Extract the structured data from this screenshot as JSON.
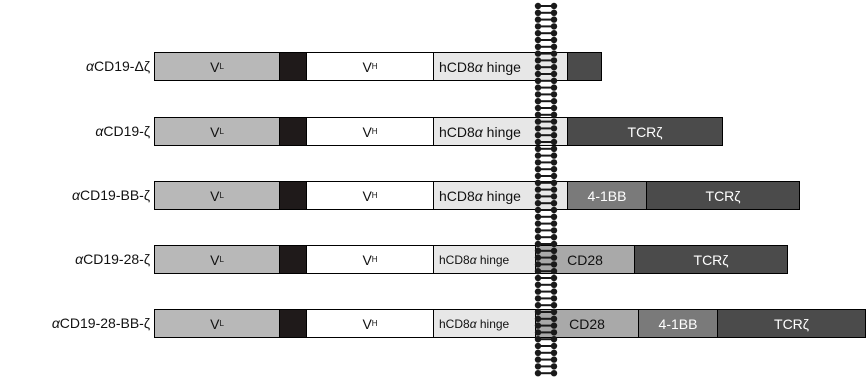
{
  "constructs": [
    {
      "label_prefix": "α",
      "label_main": "CD19-Δζ",
      "segments": [
        {
          "kind": "vl",
          "text": "V",
          "sub": "L"
        },
        {
          "kind": "linker",
          "text": ""
        },
        {
          "kind": "vh",
          "text": "V",
          "sub": "H"
        },
        {
          "kind": "hinge",
          "text": "hCD8",
          "greek": "α",
          "tail": " hinge"
        },
        {
          "kind": "stub",
          "text": ""
        }
      ]
    },
    {
      "label_prefix": "α",
      "label_main": "CD19-ζ",
      "segments": [
        {
          "kind": "vl",
          "text": "V",
          "sub": "L"
        },
        {
          "kind": "linker",
          "text": ""
        },
        {
          "kind": "vh",
          "text": "V",
          "sub": "H"
        },
        {
          "kind": "hinge",
          "text": "hCD8",
          "greek": "α",
          "tail": " hinge"
        },
        {
          "kind": "tcr",
          "text": "TCRζ"
        }
      ]
    },
    {
      "label_prefix": "α",
      "label_main": "CD19-BB-ζ",
      "segments": [
        {
          "kind": "vl",
          "text": "V",
          "sub": "L"
        },
        {
          "kind": "linker",
          "text": ""
        },
        {
          "kind": "vh",
          "text": "V",
          "sub": "H"
        },
        {
          "kind": "hinge",
          "text": "hCD8",
          "greek": "α",
          "tail": " hinge"
        },
        {
          "kind": "bb",
          "text": "4-1BB"
        },
        {
          "kind": "tcr",
          "text": "TCRζ"
        }
      ]
    },
    {
      "label_prefix": "α",
      "label_main": "CD19-28-ζ",
      "segments": [
        {
          "kind": "vl",
          "text": "V",
          "sub": "L"
        },
        {
          "kind": "linker",
          "text": ""
        },
        {
          "kind": "vh",
          "text": "V",
          "sub": "H"
        },
        {
          "kind": "hinge-small",
          "text": "hCD8",
          "greek": "α",
          "tail": " hinge"
        },
        {
          "kind": "cd28",
          "text": "CD28"
        },
        {
          "kind": "tcr",
          "text": "TCRζ"
        }
      ]
    },
    {
      "label_prefix": "α",
      "label_main": "CD19-28-BB-ζ",
      "segments": [
        {
          "kind": "vl",
          "text": "V",
          "sub": "L"
        },
        {
          "kind": "linker",
          "text": ""
        },
        {
          "kind": "vh",
          "text": "V",
          "sub": "H"
        },
        {
          "kind": "hinge-small",
          "text": "hCD8",
          "greek": "α",
          "tail": " hinge"
        },
        {
          "kind": "cd28",
          "text": "CD28"
        },
        {
          "kind": "bb",
          "text": "4-1BB"
        },
        {
          "kind": "tcr",
          "text": "TCRζ"
        }
      ]
    }
  ],
  "colors": {
    "vl": "#b8b8b8",
    "linker": "#1f1a1a",
    "vh": "#ffffff",
    "hinge": "#e7e7e7",
    "cd28": "#a9a9a9",
    "bb": "#7a7a7a",
    "tcr": "#4b4b4b",
    "membrane": "#1a1a1a"
  }
}
